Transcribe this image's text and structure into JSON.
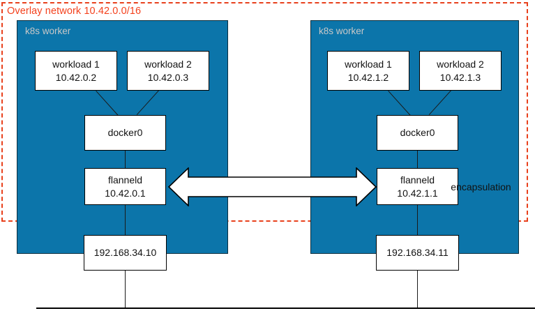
{
  "diagram": {
    "overlay": {
      "title": "Overlay network 10.42.0.0/16",
      "border_color": "#e8401c",
      "title_color": "#f4411d",
      "style": "dashed"
    },
    "workers": [
      {
        "label": "k8s worker",
        "fill_color": "#0c75aa",
        "label_color": "#c8c8c8",
        "nodes": {
          "workload1": {
            "name": "workload 1",
            "ip": "10.42.0.2"
          },
          "workload2": {
            "name": "workload 2",
            "ip": "10.42.0.3"
          },
          "bridge": {
            "name": "docker0"
          },
          "flanneld": {
            "name": "flanneld",
            "ip": "10.42.0.1"
          },
          "host": {
            "ip": "192.168.34.10"
          }
        }
      },
      {
        "label": "k8s worker",
        "fill_color": "#0c75aa",
        "label_color": "#c8c8c8",
        "nodes": {
          "workload1": {
            "name": "workload 1",
            "ip": "10.42.1.2"
          },
          "workload2": {
            "name": "workload 2",
            "ip": "10.42.1.3"
          },
          "bridge": {
            "name": "docker0"
          },
          "flanneld": {
            "name": "flanneld",
            "ip": "10.42.1.1"
          },
          "host": {
            "ip": "192.168.34.11"
          }
        }
      }
    ],
    "link": {
      "label": "encapsulation",
      "arrow": "double-headed"
    }
  }
}
